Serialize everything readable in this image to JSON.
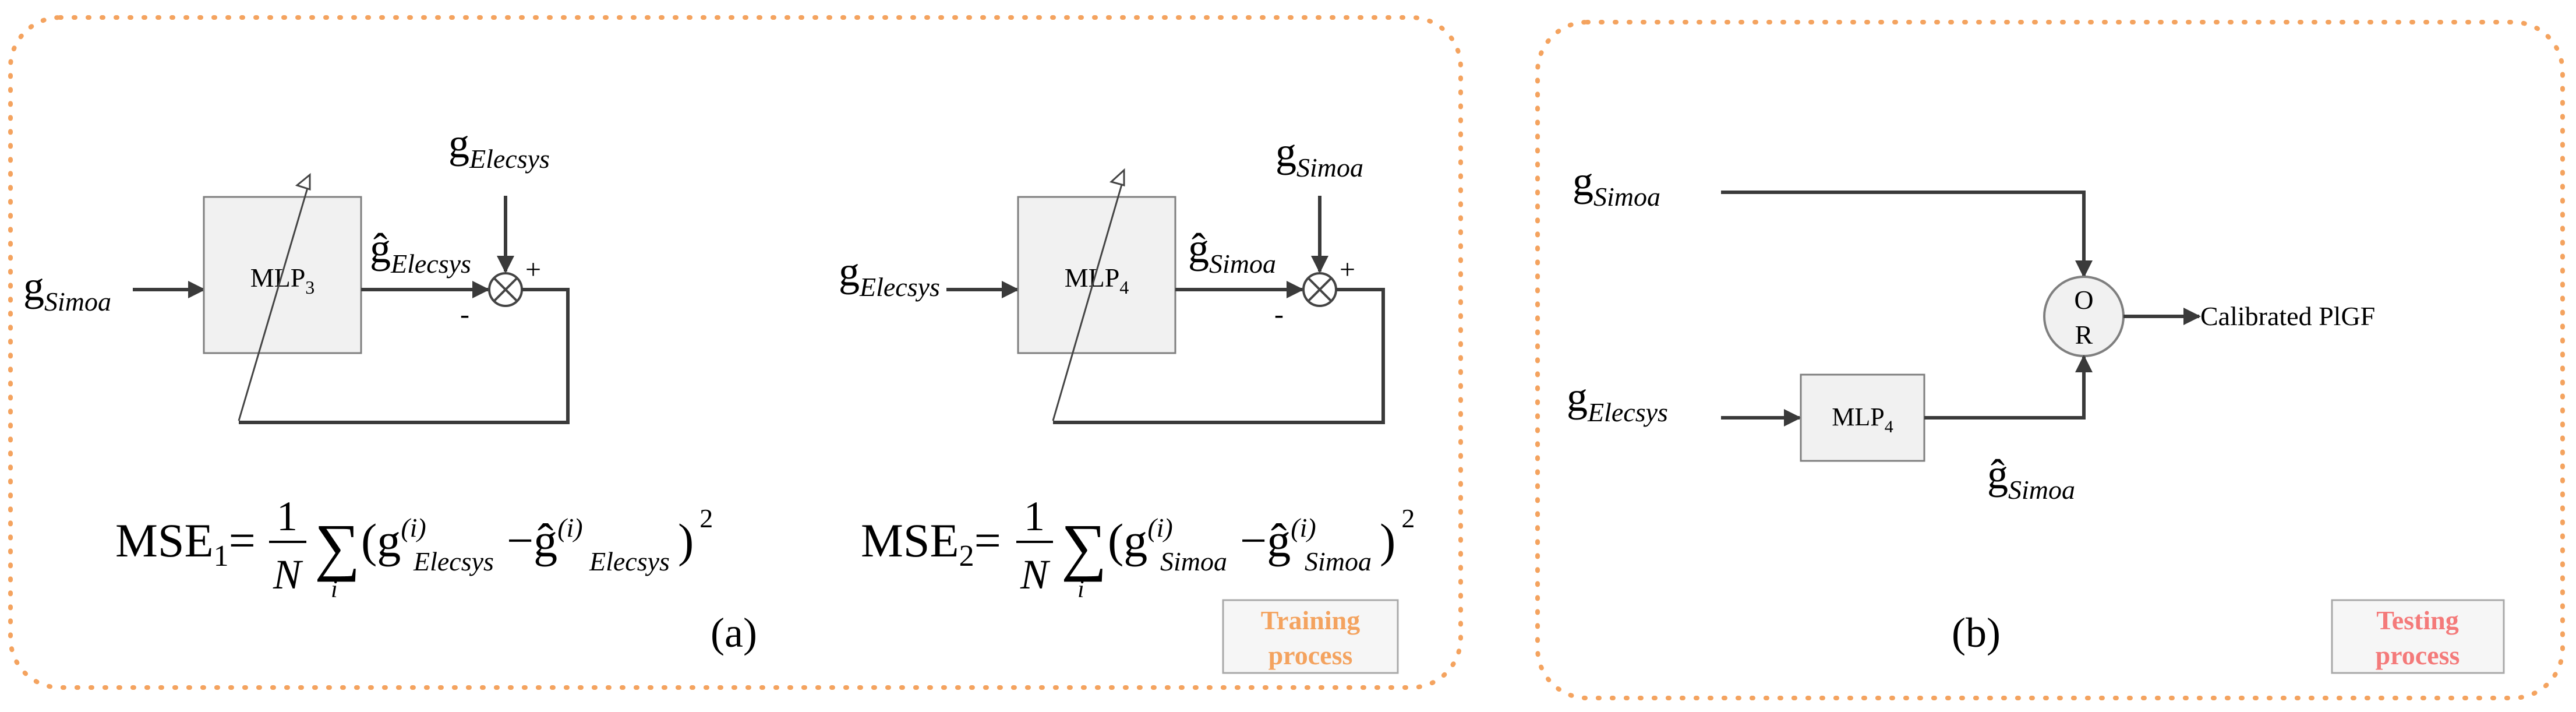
{
  "panels": {
    "a": {
      "label": "(a)",
      "tag": {
        "line1": "Training",
        "line2": "process",
        "color": "#f4a35f"
      },
      "left": {
        "input": {
          "base": "g",
          "sub": "Simoa"
        },
        "block": {
          "base": "MLP",
          "sub": "3"
        },
        "output": {
          "base": "ĝ",
          "sub": "Elecsys"
        },
        "target": {
          "base": "g",
          "sub": "Elecsys"
        },
        "plus": "+",
        "minus": "-",
        "formula": {
          "lhs": "MSE",
          "lhs_sub": "1",
          "eq": "=",
          "num": "1",
          "den": "N",
          "sum": "∑",
          "sum_idx": "i",
          "open": "(g",
          "sup1": "(i)",
          "sub1": "Elecsys",
          "minus": "−ĝ",
          "sup2": "(i)",
          "sub2": "Elecsys",
          "close": ")",
          "power": "2"
        }
      },
      "right": {
        "input": {
          "base": "g",
          "sub": "Elecsys"
        },
        "block": {
          "base": "MLP",
          "sub": "4"
        },
        "output": {
          "base": "ĝ",
          "sub": "Simoa"
        },
        "target": {
          "base": "g",
          "sub": "Simoa"
        },
        "plus": "+",
        "minus": "-",
        "formula": {
          "lhs": "MSE",
          "lhs_sub": "2",
          "eq": "=",
          "num": "1",
          "den": "N",
          "sum": "∑",
          "sum_idx": "i",
          "open": "(g",
          "sup1": "(i)",
          "sub1": "Simoa",
          "minus": "−ĝ",
          "sup2": "(i)",
          "sub2": "Simoa",
          "close": ")",
          "power": "2"
        }
      }
    },
    "b": {
      "label": "(b)",
      "tag": {
        "line1": "Testing",
        "line2": "process",
        "color": "#f47a7a"
      },
      "input_top": {
        "base": "g",
        "sub": "Simoa"
      },
      "input_bottom": {
        "base": "g",
        "sub": "Elecsys"
      },
      "block": {
        "base": "MLP",
        "sub": "4"
      },
      "block_output": {
        "base": "ĝ",
        "sub": "Simoa"
      },
      "or_top": "O",
      "or_bottom": "R",
      "output_label": "Calibrated PlGF"
    },
    "colors": {
      "panel_border": "#f4a35f"
    }
  }
}
